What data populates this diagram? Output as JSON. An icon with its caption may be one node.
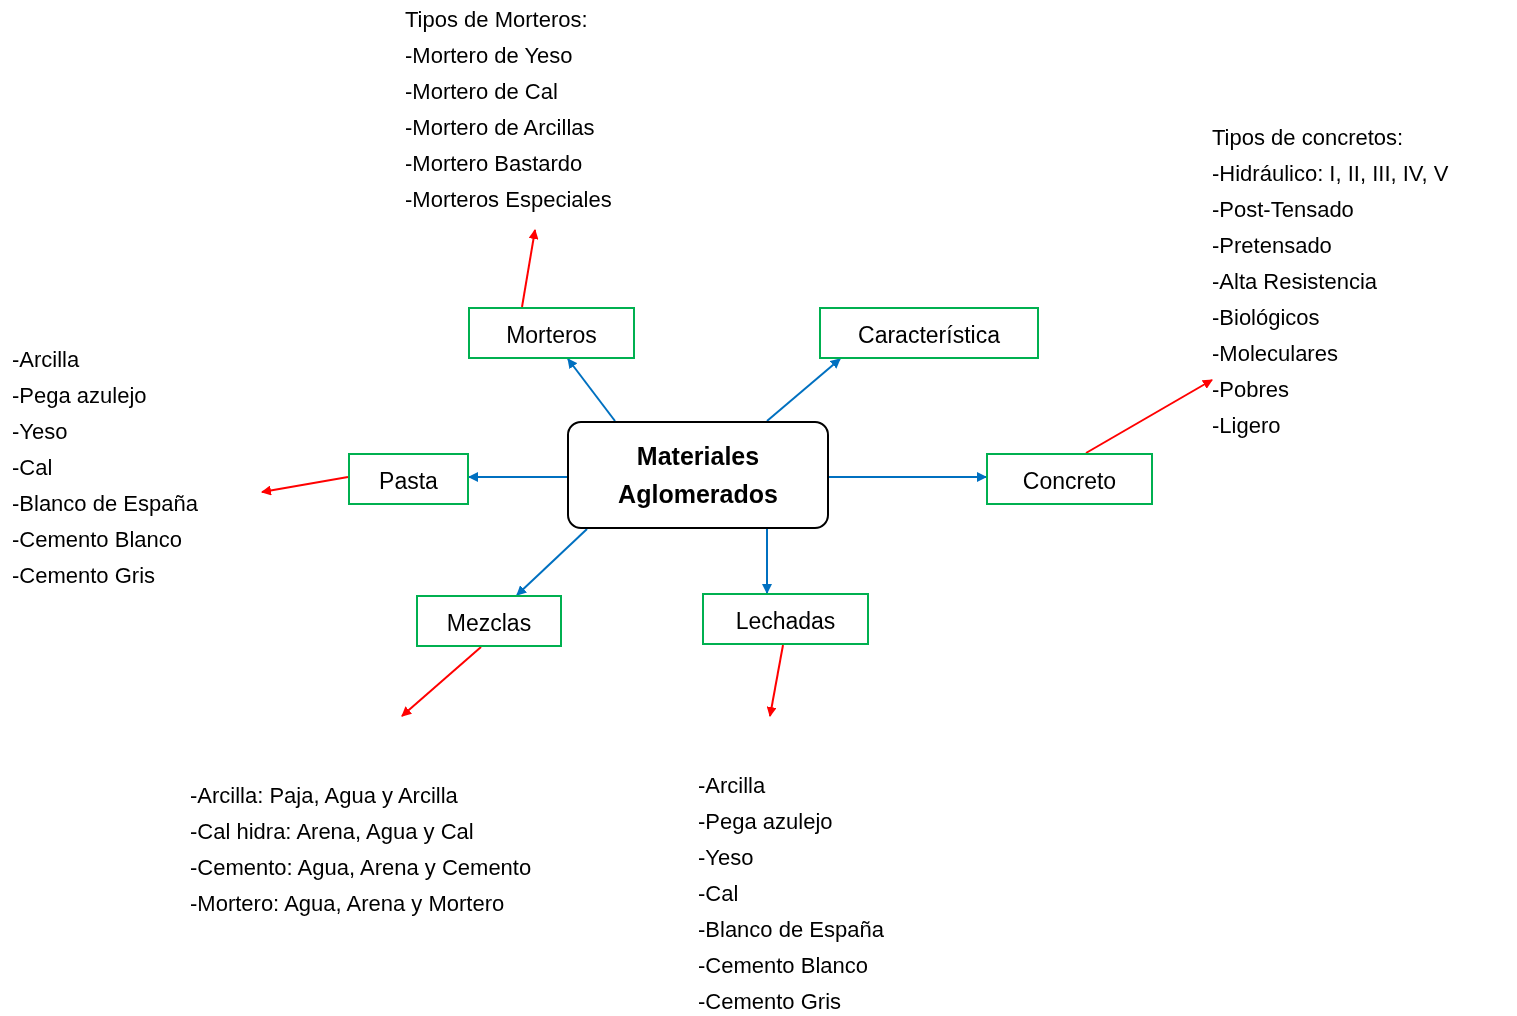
{
  "diagram": {
    "nodes": [
      {
        "text": [
          "Materiales Aglomerados"
        ]
      },
      {
        "text": [
          "Morteros"
        ]
      },
      {
        "text": [
          "Característica"
        ]
      },
      {
        "text": [
          "Pasta"
        ]
      },
      {
        "text": [
          "Concreto"
        ]
      },
      {
        "text": [
          "Mezclas"
        ]
      },
      {
        "text": [
          "Lechadas"
        ]
      },
      {
        "text": [
          "Tipos de Morteros:",
          "-Mortero de Yeso",
          "-Mortero de Cal",
          "-Mortero de Arcillas",
          "-Mortero Bastardo",
          "-Morteros Especiales"
        ]
      },
      {
        "text": [
          "Tipos de concretos:",
          "-Hidráulico: I, II, III, IV, V",
          "-Post-Tensado",
          "-Pretensado",
          "-Alta Resistencia",
          "-Biológicos",
          "-Moleculares",
          "-Pobres",
          "-Ligero"
        ]
      },
      {
        "text": [
          "-Arcilla",
          "-Pega azulejo",
          "-Yeso",
          "-Cal",
          "-Blanco de España",
          "-Cemento Blanco",
          "-Cemento Gris"
        ]
      },
      {
        "text": [
          "-Arcilla: Paja, Agua y Arcilla",
          "-Cal hidra: Arena, Agua y Cal",
          "-Cemento: Agua, Arena y Cemento",
          "-Mortero: Agua, Arena y Mortero"
        ]
      },
      {
        "text": [
          "-Arcilla",
          "-Pega azulejo",
          "-Yeso",
          "-Cal",
          "-Blanco de España",
          "-Cemento Blanco",
          "-Cemento Gris"
        ]
      }
    ],
    "edges": [
      {
        "from": 0,
        "to": 1,
        "arrow": "to"
      },
      {
        "from": 0,
        "to": 2,
        "arrow": "to"
      },
      {
        "from": 0,
        "to": 3,
        "arrow": "to"
      },
      {
        "from": 0,
        "to": 4,
        "arrow": "to"
      },
      {
        "from": 0,
        "to": 5,
        "arrow": "to"
      },
      {
        "from": 0,
        "to": 6,
        "arrow": "to"
      },
      {
        "from": 1,
        "to": 7,
        "arrow": "to",
        "color": "#ff0000"
      },
      {
        "from": 4,
        "to": 8,
        "arrow": "to",
        "color": "#ff0000"
      },
      {
        "from": 3,
        "to": 9,
        "arrow": "to",
        "color": "#ff0000"
      },
      {
        "from": 5,
        "to": 10,
        "arrow": "to",
        "color": "#ff0000"
      },
      {
        "from": 6,
        "to": 11,
        "arrow": "to",
        "color": "#ff0000"
      }
    ]
  }
}
